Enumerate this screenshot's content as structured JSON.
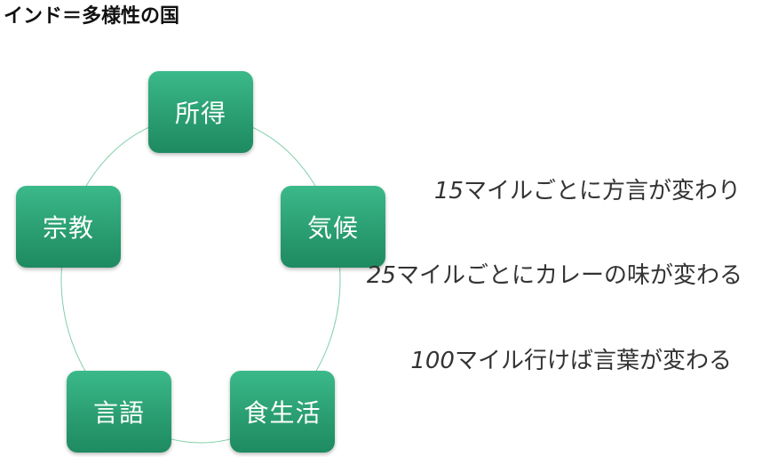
{
  "title": "インド＝多様性の国",
  "cycle": {
    "nodes": [
      {
        "id": "income",
        "label": "所得"
      },
      {
        "id": "climate",
        "label": "気候"
      },
      {
        "id": "food",
        "label": "食生活"
      },
      {
        "id": "language",
        "label": "言語"
      },
      {
        "id": "religion",
        "label": "宗教"
      }
    ]
  },
  "facts": [
    {
      "number": "15",
      "text": "マイルごとに方言が変わり"
    },
    {
      "number": "25",
      "text": "マイルごとにカレーの味が変わる"
    },
    {
      "number": "100",
      "text": "マイル行けば言葉が変わる"
    }
  ],
  "colors": {
    "node_fill": "#2a9e72",
    "ring_stroke": "#7fcfa8"
  }
}
